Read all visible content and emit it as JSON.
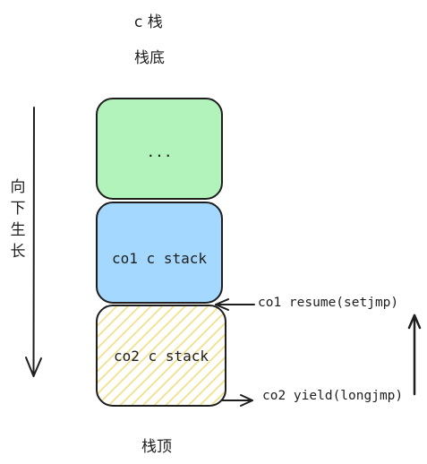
{
  "title": "c 栈",
  "stack_bottom_label": "栈底",
  "stack_top_label": "栈顶",
  "growth_direction_chars": [
    "向",
    "下",
    "生",
    "长"
  ],
  "blocks": {
    "upper": {
      "label": "...",
      "fill": "#b2f2bb"
    },
    "co1": {
      "label": "co1 c stack",
      "fill": "#a5d8ff"
    },
    "co2": {
      "label": "co2 c stack",
      "fill": "#fff3bf",
      "hatch": "#f0e08a"
    }
  },
  "annotations": {
    "resume": "co1 resume(setjmp)",
    "yield": "co2 yield(longjmp)"
  },
  "colors": {
    "stroke": "#1e1e1e"
  }
}
